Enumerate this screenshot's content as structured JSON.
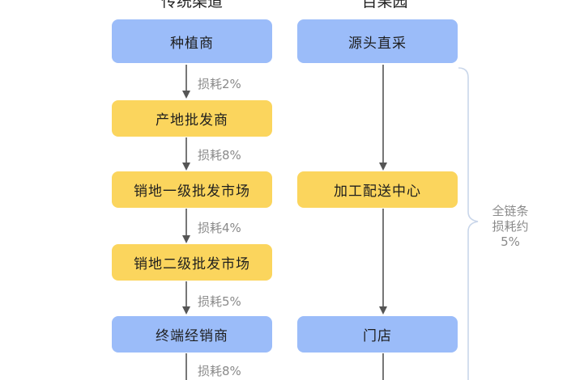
{
  "headers": {
    "left": "传统渠道",
    "right": "百果园"
  },
  "traditional": {
    "steps": [
      "种植商",
      "产地批发商",
      "销地一级批发市场",
      "销地二级批发市场",
      "终端经销商"
    ],
    "losses": [
      "损耗2%",
      "损耗8%",
      "损耗4%",
      "损耗5%",
      "损耗8%"
    ]
  },
  "pagoda": {
    "steps": [
      "源头直采",
      "加工配送中心",
      "门店"
    ]
  },
  "brace_label": [
    "全链条",
    "损耗约",
    "5%"
  ],
  "colors": {
    "blue": "#9bbcf9",
    "yellow": "#fbd55d",
    "arrow": "#555555",
    "brace": "#c9d6ea"
  }
}
